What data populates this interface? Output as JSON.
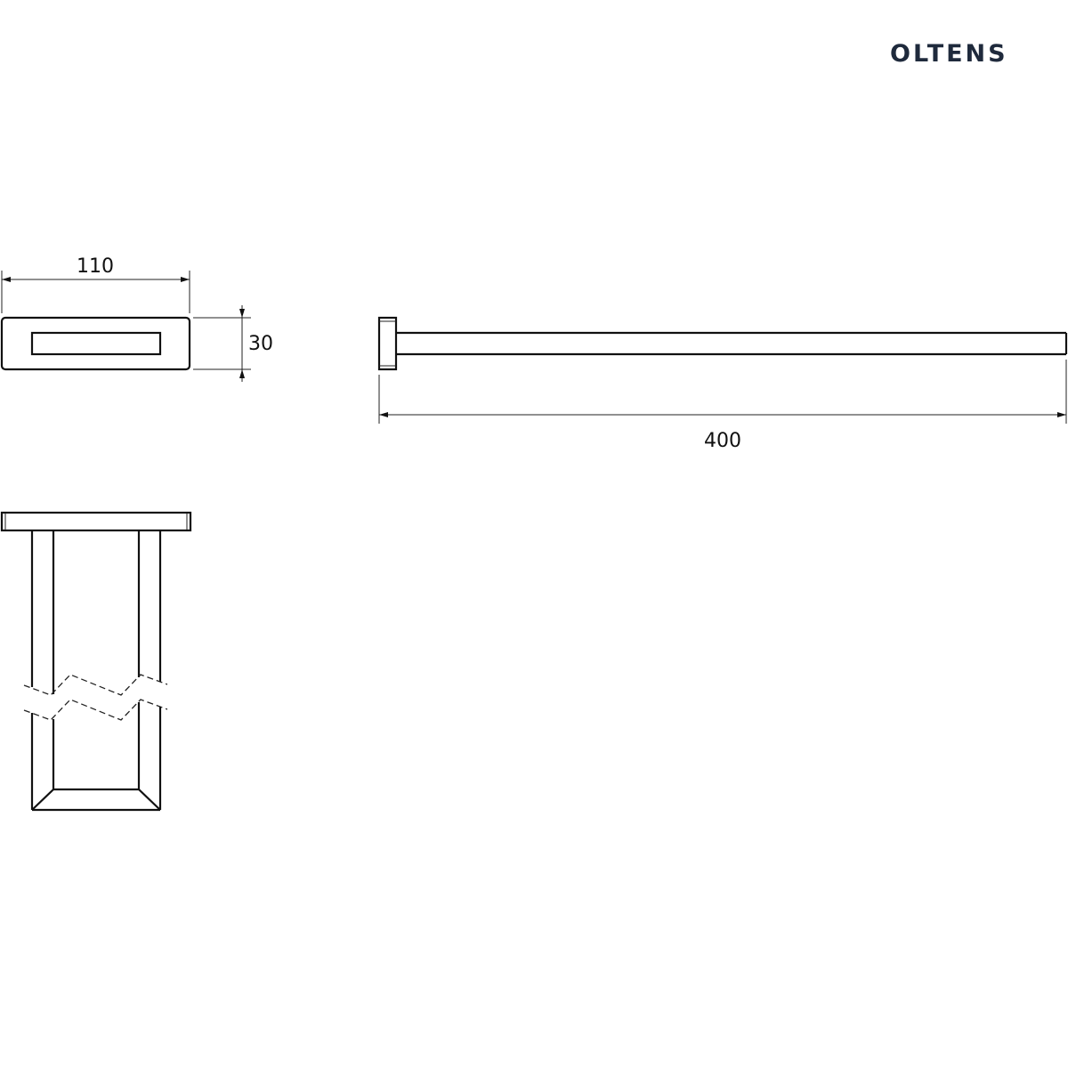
{
  "brand": {
    "logo_text": "OLTENS",
    "color": "#1f2a3c"
  },
  "dimensions": {
    "width": "110",
    "height": "30",
    "length": "400"
  }
}
